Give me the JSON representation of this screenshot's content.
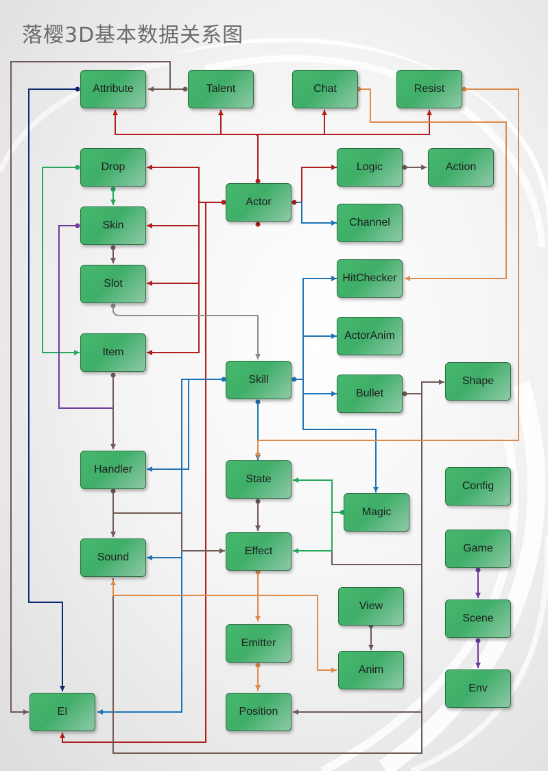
{
  "title": "落樱3D基本数据关系图",
  "colors": {
    "node_fill": "#3fae68",
    "red": "#b01e1e",
    "blue": "#1f74b5",
    "navy": "#102a6e",
    "green": "#22a95a",
    "purple": "#6d3b9e",
    "brown": "#6f5a55",
    "gray": "#8c8c8c",
    "orange": "#de8a4a"
  },
  "nodes": {
    "attribute": "Attribute",
    "talent": "Talent",
    "chat": "Chat",
    "resist": "Resist",
    "drop": "Drop",
    "actor": "Actor",
    "logic": "Logic",
    "action": "Action",
    "skin": "Skin",
    "channel": "Channel",
    "slot": "Slot",
    "hitchecker": "HitChecker",
    "actoranim": "ActorAnim",
    "item": "Item",
    "skill": "Skill",
    "bullet": "Bullet",
    "shape": "Shape",
    "handler": "Handler",
    "state": "State",
    "magic": "Magic",
    "config": "Config",
    "sound": "Sound",
    "effect": "Effect",
    "game": "Game",
    "view": "View",
    "scene": "Scene",
    "emitter": "Emitter",
    "anim": "Anim",
    "env": "Env",
    "ei": "EI",
    "position": "Position"
  }
}
